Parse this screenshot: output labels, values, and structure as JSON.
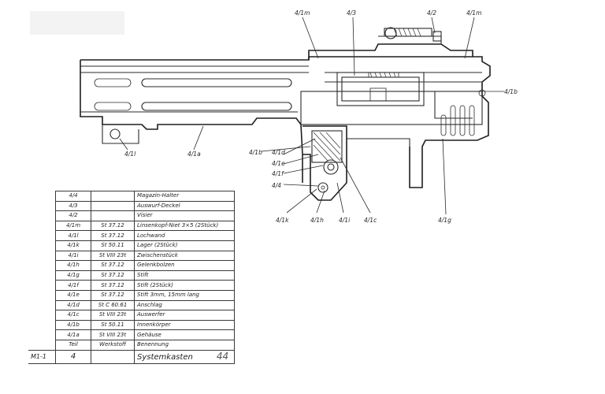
{
  "callouts": {
    "top_left_1m": "4/1m",
    "top_3": "4/3",
    "top_2": "4/2",
    "top_right_1m": "4/1m",
    "right_1b": "4/1b",
    "left_1l": "4/1l",
    "bottom_1a": "4/1a",
    "left_1b": "4/1b",
    "left_1d": "4/1d",
    "left_1e": "4/1e",
    "left_1f": "4/1f",
    "left_4": "4/4",
    "bottom_1k": "4/1k",
    "bottom_1h": "4/1h",
    "bottom_1i": "4/1i",
    "bottom_1c": "4/1c",
    "bottom_right_1g": "4/1g"
  },
  "parts_table": {
    "rows": [
      {
        "teil": "4/4",
        "werkstoff": "",
        "benennung": "Magazin-Halter"
      },
      {
        "teil": "4/3",
        "werkstoff": "",
        "benennung": "Auswurf-Deckel"
      },
      {
        "teil": "4/2",
        "werkstoff": "",
        "benennung": "Visier"
      },
      {
        "teil": "4/1m",
        "werkstoff": "St 37.12",
        "benennung": "Linsenkopf-Niet 3×5 (2Stück)"
      },
      {
        "teil": "4/1l",
        "werkstoff": "St 37.12",
        "benennung": "Lochwand"
      },
      {
        "teil": "4/1k",
        "werkstoff": "St 50.11",
        "benennung": "Lager (2Stück)"
      },
      {
        "teil": "4/1i",
        "werkstoff": "St VIII 23t",
        "benennung": "Zwischenstück"
      },
      {
        "teil": "4/1h",
        "werkstoff": "St 37.12",
        "benennung": "Gelenkbolzen"
      },
      {
        "teil": "4/1g",
        "werkstoff": "St 37.12",
        "benennung": "Stift"
      },
      {
        "teil": "4/1f",
        "werkstoff": "St 37.12",
        "benennung": "Stift (2Stück)"
      },
      {
        "teil": "4/1e",
        "werkstoff": "St 37.12",
        "benennung": "Stift 3mm, 15mm lang"
      },
      {
        "teil": "4/1d",
        "werkstoff": "St C 60.61",
        "benennung": "Anschlag"
      },
      {
        "teil": "4/1c",
        "werkstoff": "St VIII 23t",
        "benennung": "Auswerfer"
      },
      {
        "teil": "4/1b",
        "werkstoff": "St 50.11",
        "benennung": "Innenkörper"
      },
      {
        "teil": "4/1a",
        "werkstoff": "St VIII 23t",
        "benennung": "Gehäuse"
      }
    ],
    "header": {
      "teil": "Teil",
      "werkstoff": "Werkstoff",
      "benennung": "Benennung"
    },
    "title_row": {
      "code": "M1-1",
      "teil": "4",
      "benennung": "Systemkasten",
      "number": "44"
    }
  }
}
